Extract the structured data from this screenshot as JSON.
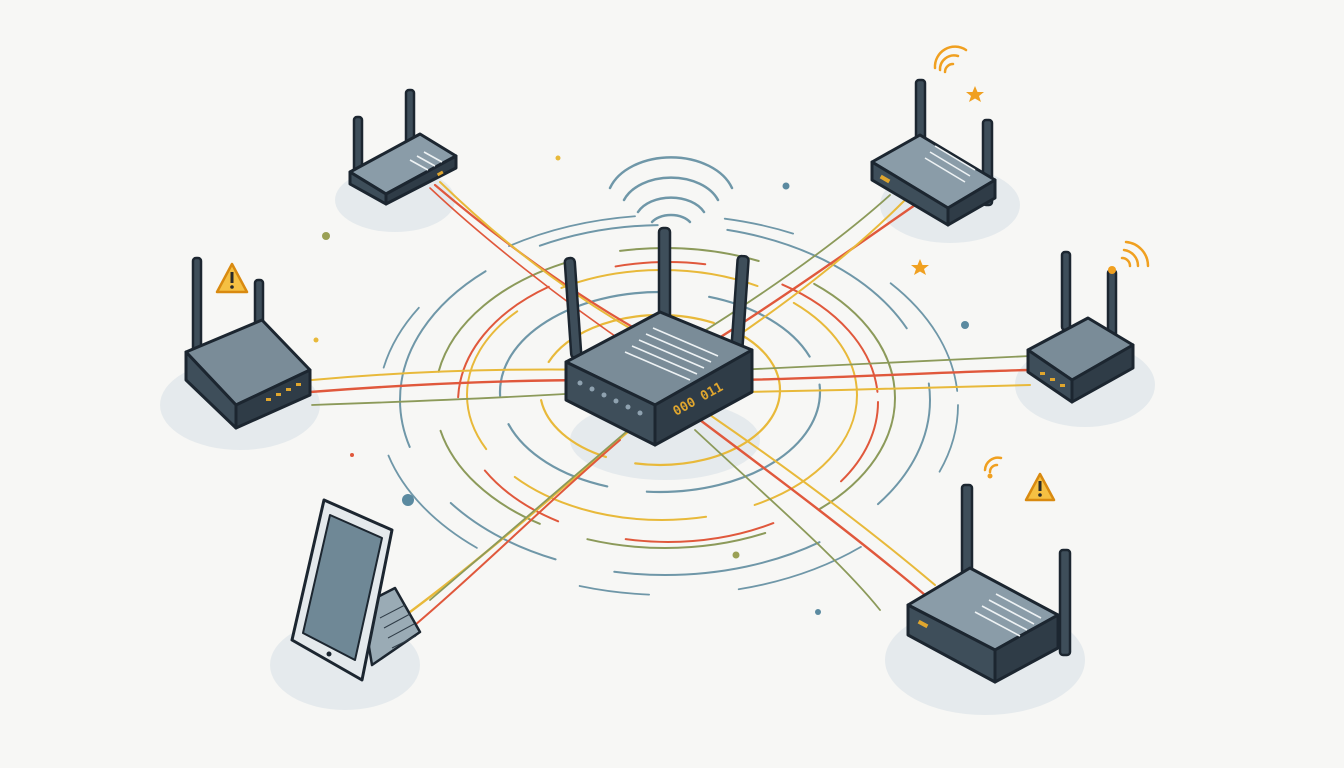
{
  "diagram": {
    "hub": {
      "name": "central-router",
      "status_text": "000 011",
      "port_count": 6
    },
    "nodes": [
      {
        "name": "router-top-left",
        "status": "normal"
      },
      {
        "name": "router-left",
        "status": "warning"
      },
      {
        "name": "router-top-right",
        "status": "broadcasting"
      },
      {
        "name": "router-right",
        "status": "broadcasting"
      },
      {
        "name": "router-bottom-right",
        "status": "warning-broadcasting"
      },
      {
        "name": "tablet-bottom-left",
        "status": "normal"
      }
    ],
    "icons": [
      "warning-icon",
      "wifi-signal-icon",
      "star-icon"
    ],
    "colors": {
      "background": "#f7f7f5",
      "device_body": "#4e6272",
      "device_top": "#7a8c98",
      "outline": "#1c2630",
      "link_red": "#e0583c",
      "link_yellow": "#e8b93a",
      "link_blue": "#6f97a8",
      "link_olive": "#8c9a5a",
      "accent_orange": "#f0a020",
      "dot_blue": "#5b8aa0",
      "dot_olive": "#9aa055"
    }
  }
}
